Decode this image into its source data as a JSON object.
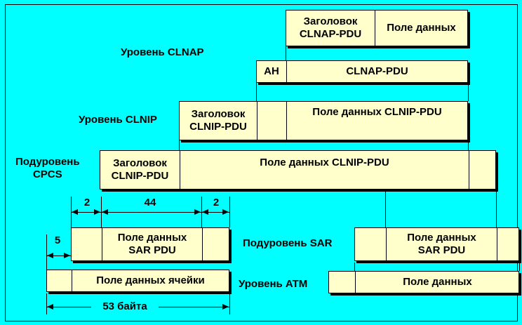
{
  "levels": {
    "clnap": "Уровень CLNAP",
    "clnip": "Уровень CLNIP",
    "cpcs": "Подуровень\nCPCS",
    "sar": "Подуровень SAR",
    "atm": "Уровень ATM"
  },
  "clnap_pdu": {
    "header": "Заголовок\nCLNAP-PDU",
    "data": "Поле данных"
  },
  "ah_row": {
    "ah": "AH",
    "pdu": "CLNAP-PDU"
  },
  "clnip_pdu": {
    "header": "Заголовок\nCLNIP-PDU",
    "data": "Поле данных CLNIP-PDU"
  },
  "cpcs_pdu": {
    "header": "Заголовок\nCLNIP-PDU",
    "data": "Поле данных CLNIP-PDU"
  },
  "sar_left": {
    "data": "Поле данных\nSAR PDU"
  },
  "sar_right": {
    "data": "Поле данных\nSAR PDU"
  },
  "atm_left": {
    "data": "Поле данных ячейки"
  },
  "atm_right": {
    "data": "Поле данных"
  },
  "dims": {
    "d5": "5",
    "d2a": "2",
    "d44": "44",
    "d2b": "2",
    "d53": "53 байта"
  }
}
